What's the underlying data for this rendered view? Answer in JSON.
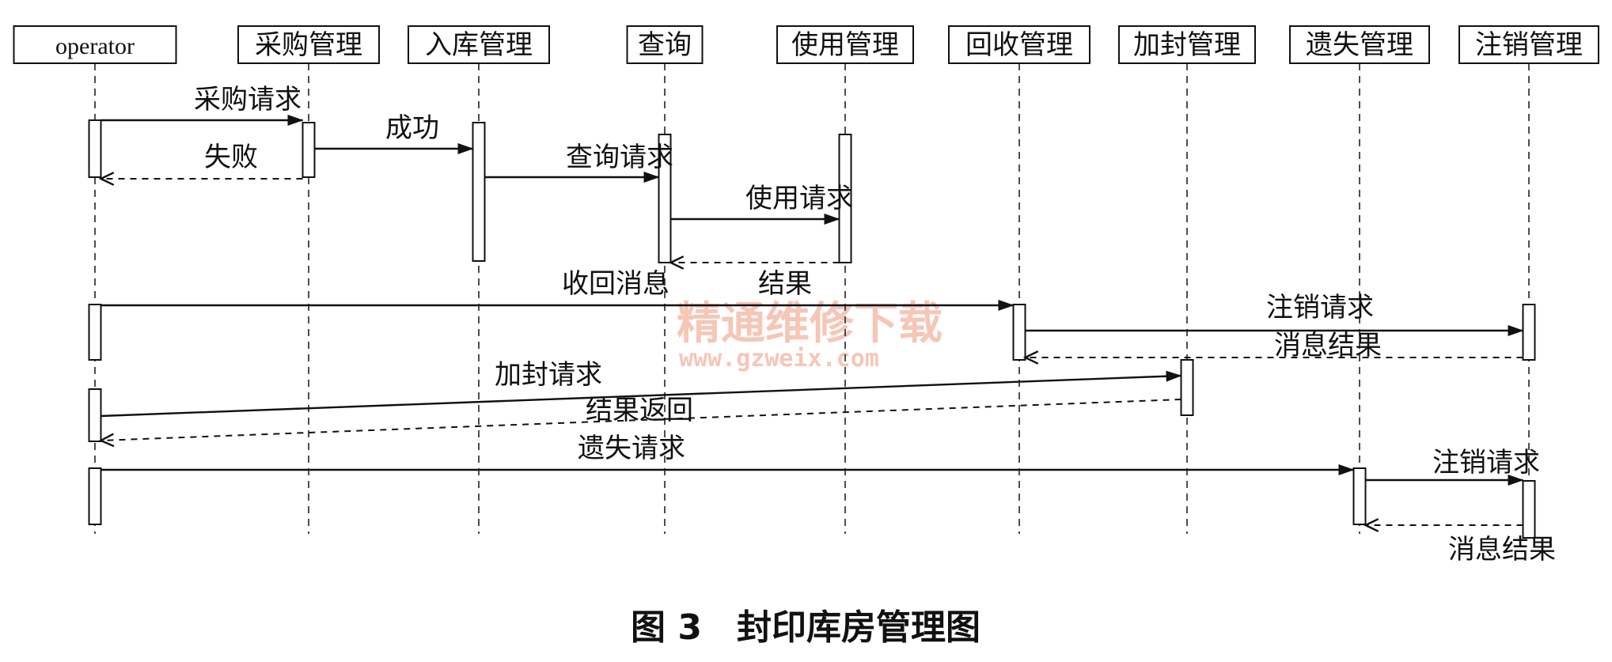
{
  "actors": [
    {
      "id": "operator",
      "label": "operator"
    },
    {
      "id": "purchase",
      "label": "采购管理"
    },
    {
      "id": "stockin",
      "label": "入库管理"
    },
    {
      "id": "query",
      "label": "查询"
    },
    {
      "id": "use",
      "label": "使用管理"
    },
    {
      "id": "recover",
      "label": "回收管理"
    },
    {
      "id": "seal",
      "label": "加封管理"
    },
    {
      "id": "loss",
      "label": "遗失管理"
    },
    {
      "id": "cancel",
      "label": "注销管理"
    }
  ],
  "messages": [
    {
      "from": "operator",
      "to": "purchase",
      "label": "采购请求",
      "kind": "call"
    },
    {
      "from": "purchase",
      "to": "operator",
      "label": "失败",
      "kind": "return"
    },
    {
      "from": "purchase",
      "to": "stockin",
      "label": "成功",
      "kind": "call"
    },
    {
      "from": "stockin",
      "to": "query",
      "label": "查询请求",
      "kind": "call"
    },
    {
      "from": "query",
      "to": "use",
      "label": "使用请求",
      "kind": "call"
    },
    {
      "from": "use",
      "to": "query",
      "label": "结果",
      "kind": "return"
    },
    {
      "from": "operator",
      "to": "recover",
      "label": "收回消息",
      "kind": "call"
    },
    {
      "from": "recover",
      "to": "cancel",
      "label": "注销请求",
      "kind": "call"
    },
    {
      "from": "cancel",
      "to": "recover",
      "label": "消息结果",
      "kind": "return"
    },
    {
      "from": "operator",
      "to": "seal",
      "label": "加封请求",
      "kind": "call"
    },
    {
      "from": "seal",
      "to": "operator",
      "label": "结果返回",
      "kind": "return"
    },
    {
      "from": "operator",
      "to": "loss",
      "label": "遗失请求",
      "kind": "call"
    },
    {
      "from": "loss",
      "to": "cancel",
      "label": "注销请求",
      "kind": "call"
    },
    {
      "from": "cancel",
      "to": "loss",
      "label": "消息结果",
      "kind": "return"
    }
  ],
  "caption": "图 3　封印库房管理图",
  "watermark": {
    "line1": "精通维修下载",
    "line2": "www.gzweix.com"
  }
}
